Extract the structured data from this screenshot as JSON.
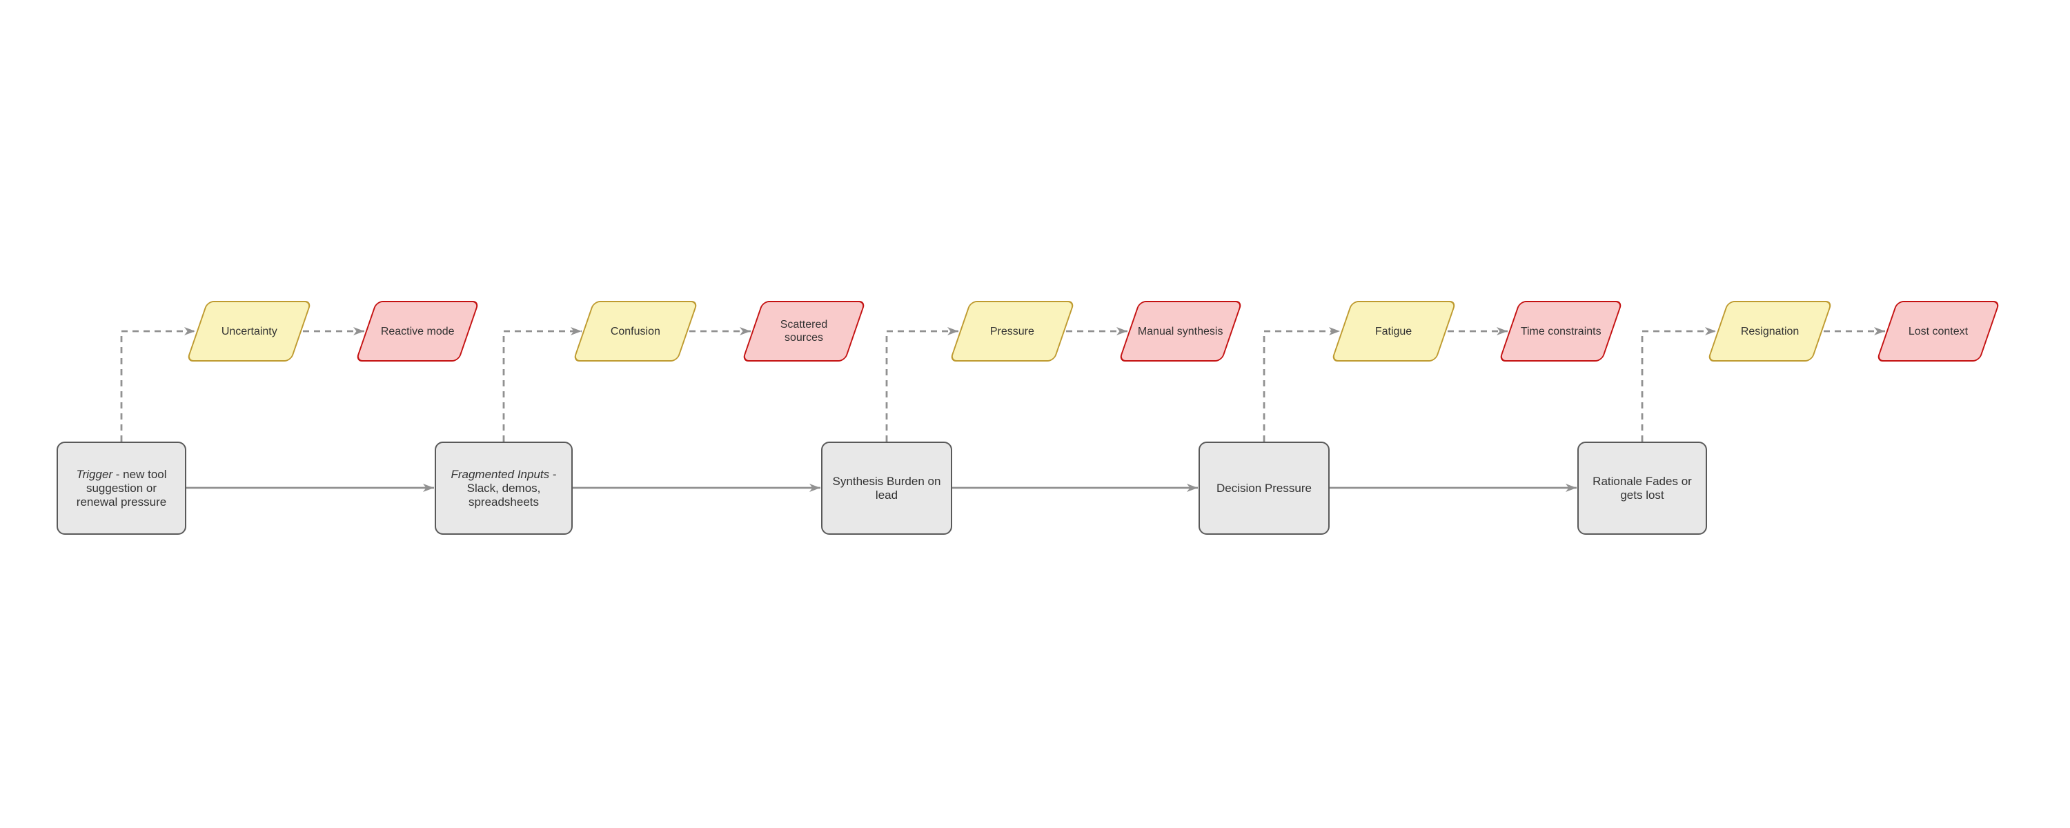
{
  "diagram": {
    "stations": [
      {
        "process": {
          "em": "Trigger",
          "rest": " - new tool suggestion or renewal pressure"
        },
        "emotion": "Uncertainty",
        "consequence": "Reactive mode"
      },
      {
        "process": {
          "em": "Fragmented Inputs",
          "rest": " - Slack, demos, spreadsheets"
        },
        "emotion": "Confusion",
        "consequence": "Scattered sources"
      },
      {
        "process": {
          "em": "",
          "rest": "Synthesis Burden on lead"
        },
        "emotion": "Pressure",
        "consequence": "Manual synthesis"
      },
      {
        "process": {
          "em": "",
          "rest": "Decision Pressure"
        },
        "emotion": "Fatigue",
        "consequence": "Time constraints"
      },
      {
        "process": {
          "em": "",
          "rest": "Rationale Fades or gets lost"
        },
        "emotion": "Resignation",
        "consequence": "Lost context"
      }
    ],
    "colors": {
      "canvas_bg": "#ffffff",
      "box_fill": "#e8e8e8",
      "box_stroke": "#595959",
      "emotion_fill": "#faf3bc",
      "emotion_stroke": "#be9a2f",
      "consequence_fill": "#f9cbcb",
      "consequence_stroke": "#c41111",
      "arrow": "#919191",
      "text": "#333333"
    }
  }
}
